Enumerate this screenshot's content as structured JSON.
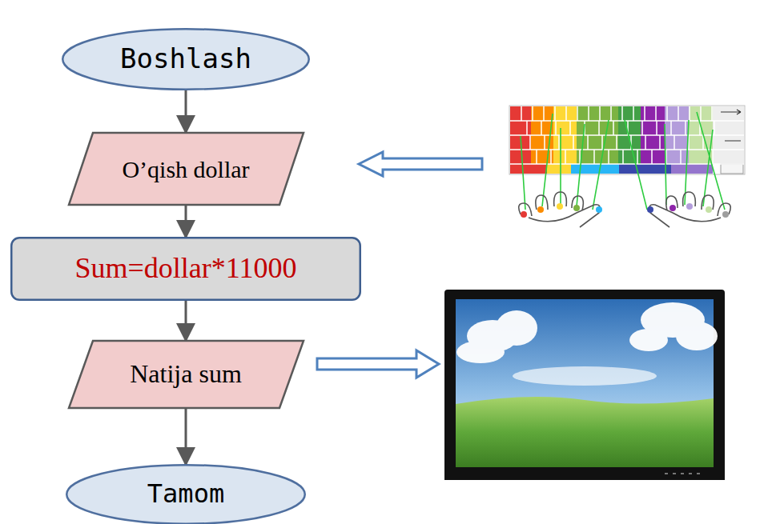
{
  "diagram": {
    "nodes": [
      {
        "text": [
          "Boshlash"
        ]
      },
      {
        "text": [
          "O’qish dollar"
        ]
      },
      {
        "text": [
          "Sum=dollar*11000"
        ]
      },
      {
        "text": [
          "Natija sum"
        ]
      },
      {
        "text": [
          "Tamom"
        ]
      }
    ],
    "edges": [
      {
        "from": 0,
        "to": 1,
        "arrow": "to"
      },
      {
        "from": 1,
        "to": 2,
        "arrow": "to"
      },
      {
        "from": 2,
        "to": 3,
        "arrow": "to"
      },
      {
        "from": 3,
        "to": 4,
        "arrow": "to"
      }
    ]
  }
}
